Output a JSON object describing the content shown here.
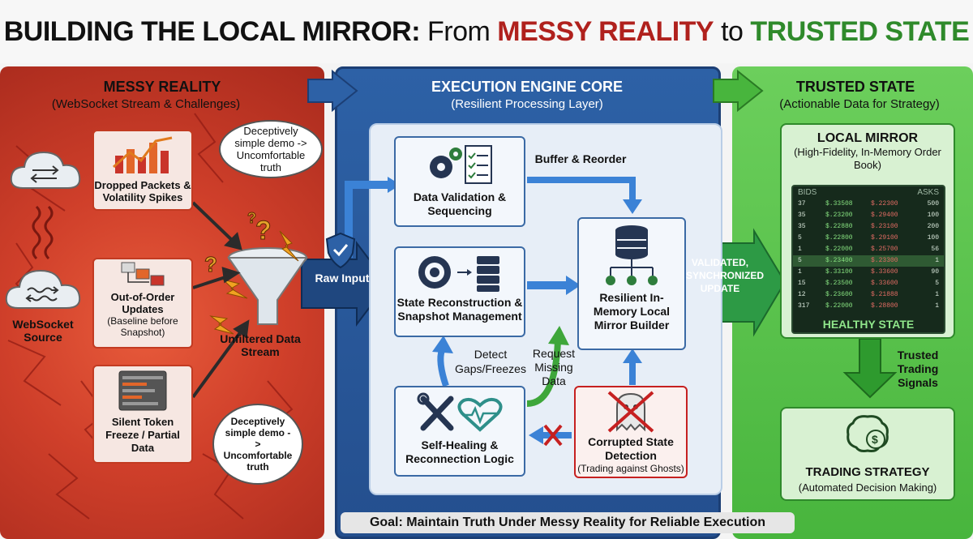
{
  "title": {
    "prefix": "BUILDING THE LOCAL MIRROR:",
    "from": "From",
    "messy": "MESSY REALITY",
    "to": "to",
    "trusted": "TRUSTED STATE"
  },
  "messy": {
    "heading": "MESSY REALITY",
    "subheading": "(WebSocket Stream & Challenges)",
    "source_label": "WebSocket Source",
    "cards": [
      {
        "label": "Dropped Packets & Volatility Spikes"
      },
      {
        "label": "Out-of-Order Updates",
        "note": "(Baseline before Snapshot)"
      },
      {
        "label": "Silent Token Freeze / Partial Data"
      }
    ],
    "bubble_top": "Deceptively simple demo -> Uncomfortable truth",
    "bubble_bottom": "Deceptively simple demo -> Uncomfortable truth",
    "funnel_label": "Unfiltered Data Stream"
  },
  "engine": {
    "heading": "EXECUTION ENGINE CORE",
    "subheading": "(Resilient Processing Layer)",
    "raw_input": "Raw Input",
    "validation": "Data Validation & Sequencing",
    "buffer": "Buffer & Reorder",
    "reconstruction": "State Reconstruction & Snapshot Management",
    "builder": "Resilient In-Memory Local Mirror Builder",
    "detect": "Detect Gaps/Freezes",
    "request": "Request Missing Data",
    "self_healing": "Self-Healing & Reconnection Logic",
    "corrupted": "Corrupted State Detection",
    "corrupted_note": "(Trading against Ghosts)"
  },
  "update_label": "VALIDATED, SYNCHRONIZED UPDATE",
  "trusted": {
    "heading": "TRUSTED STATE",
    "subheading": "(Actionable Data for Strategy)",
    "mirror_title": "LOCAL MIRROR",
    "mirror_sub": "(High-Fidelity, In-Memory Order Book)",
    "bids_label": "BIDS",
    "asks_label": "ASKS",
    "rows": [
      {
        "bq": "37",
        "bp": "$.33508",
        "ap": "$.22300",
        "aq": "500"
      },
      {
        "bq": "35",
        "bp": "$.23200",
        "ap": "$.29400",
        "aq": "100"
      },
      {
        "bq": "35",
        "bp": "$.22880",
        "ap": "$.23100",
        "aq": "200"
      },
      {
        "bq": "5",
        "bp": "$.22800",
        "ap": "$.29100",
        "aq": "100"
      },
      {
        "bq": "1",
        "bp": "$.22000",
        "ap": "$.25700",
        "aq": "56"
      },
      {
        "bq": "5",
        "bp": "$.23400",
        "ap": "$.23300",
        "aq": "1"
      },
      {
        "bq": "1",
        "bp": "$.33100",
        "ap": "$.33600",
        "aq": "90"
      },
      {
        "bq": "15",
        "bp": "$.23500",
        "ap": "$.33600",
        "aq": "5"
      },
      {
        "bq": "12",
        "bp": "$.23600",
        "ap": "$.21888",
        "aq": "1"
      },
      {
        "bq": "317",
        "bp": "$.22000",
        "ap": "$.28800",
        "aq": "1"
      }
    ],
    "health": "HEALTHY STATE",
    "signals": "Trusted Trading Signals",
    "strategy_title": "TRADING STRATEGY",
    "strategy_sub": "(Automated Decision Making)"
  },
  "goal": "Goal: Maintain Truth Under Messy Reality for Reliable Execution",
  "colors": {
    "red": "#b0211d",
    "green": "#2f8a2b",
    "engine_blue": "#2d61a6",
    "trusted_green": "#48b53d"
  }
}
